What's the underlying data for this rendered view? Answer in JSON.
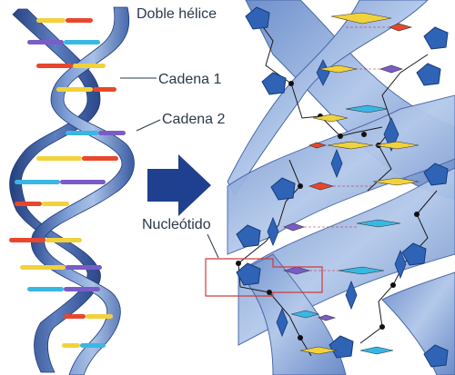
{
  "labels": {
    "title": "Doble hélice",
    "strand1": "Cadena 1",
    "strand2": "Cadena 2",
    "nucleotide": "Nucleótido"
  },
  "colors": {
    "backbone": "#5b7fbf",
    "backbone_light": "#a9c2e6",
    "backbone_dark": "#2e4e94",
    "arrow": "#1f3f8f",
    "base_yellow": "#f2d23a",
    "base_red": "#e8472d",
    "base_purple": "#7a5cc8",
    "base_cyan": "#39b7e3",
    "nucleotide_box": "#d23a3a",
    "hbond": "#c8182c",
    "sugar": "#2f63b6"
  }
}
